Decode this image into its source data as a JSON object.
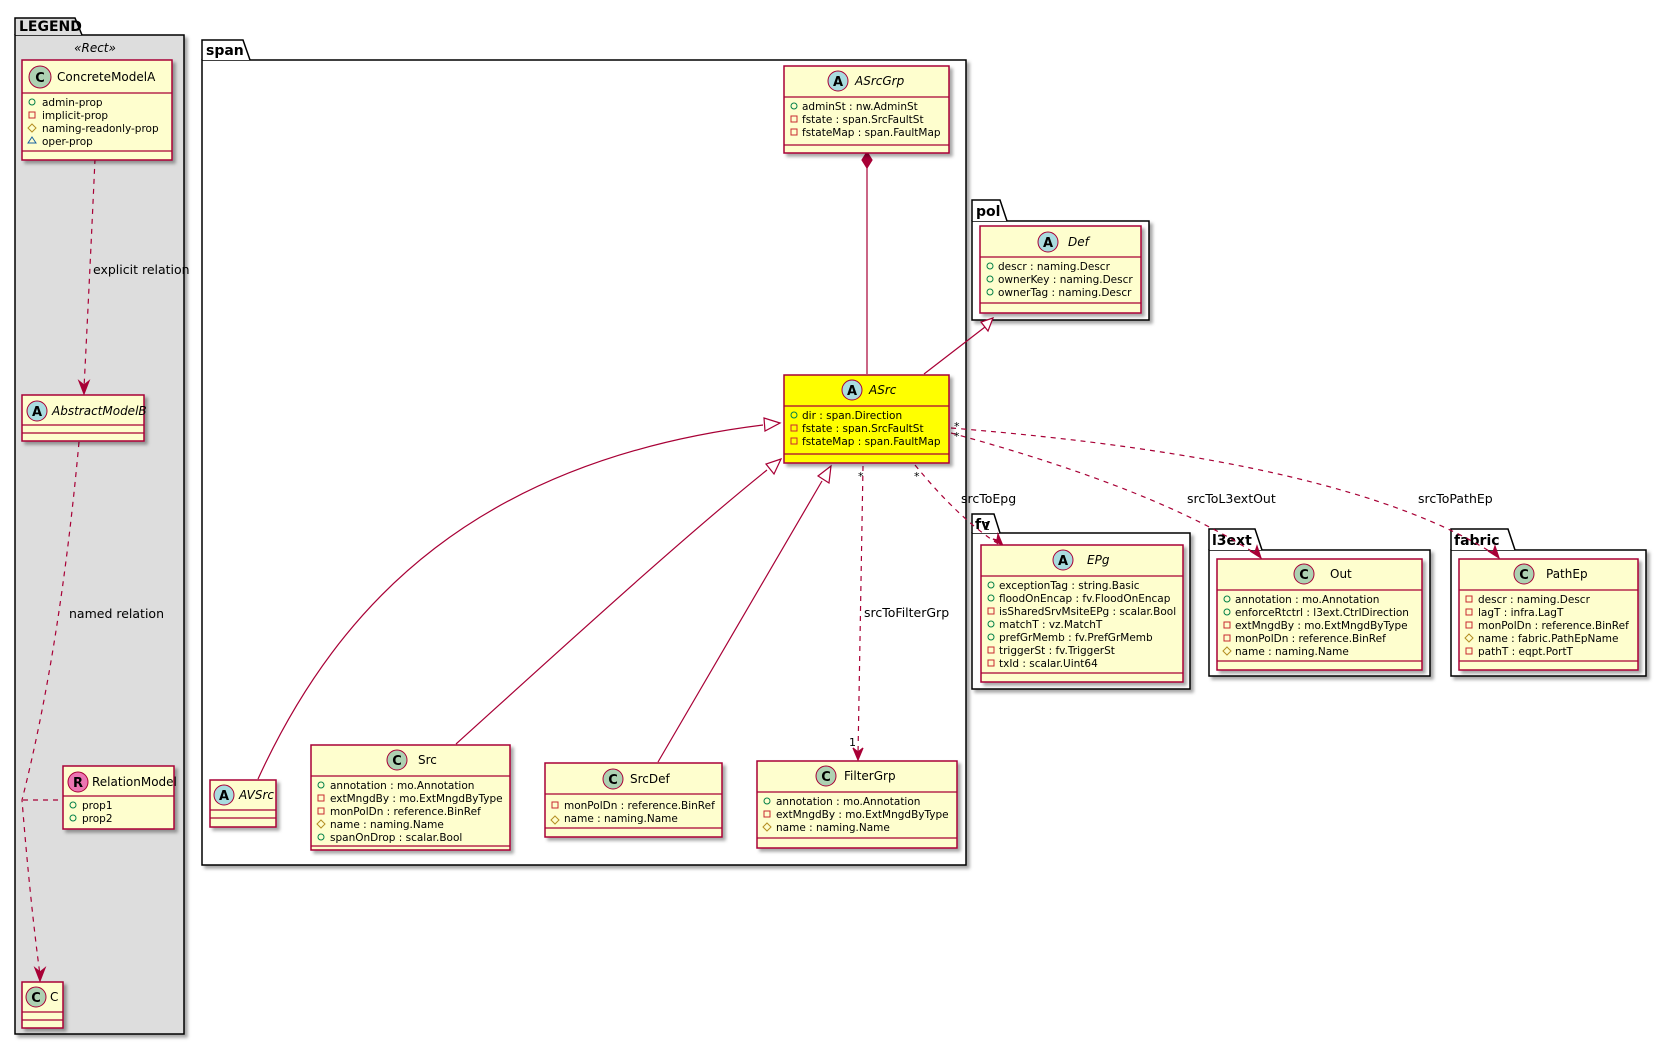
{
  "legend": {
    "title": "LEGEND",
    "stereotype": "«Rect»",
    "explicit_relation": "explicit relation",
    "named_relation": "named relation",
    "concrete_model": {
      "name": "ConcreteModelA",
      "attrs": [
        "admin-prop",
        "implicit-prop",
        "naming-readonly-prop",
        "oper-prop"
      ]
    },
    "abstract_model": {
      "name": "AbstractModelB"
    },
    "relation_model": {
      "name": "RelationModel",
      "attrs": [
        "prop1",
        "prop2"
      ]
    },
    "c_model": {
      "name": "C"
    }
  },
  "packages": {
    "span": "span",
    "pol": "pol",
    "fv": "fv",
    "l3ext": "l3ext",
    "fabric": "fabric"
  },
  "classes": {
    "asrcgrp": {
      "name": "ASrcGrp",
      "attrs": [
        "adminSt : nw.AdminSt",
        "fstate : span.SrcFaultSt",
        "fstateMap : span.FaultMap"
      ]
    },
    "def": {
      "name": "Def",
      "attrs": [
        "descr : naming.Descr",
        "ownerKey : naming.Descr",
        "ownerTag : naming.Descr"
      ]
    },
    "asrc": {
      "name": "ASrc",
      "attrs": [
        "dir : span.Direction",
        "fstate : span.SrcFaultSt",
        "fstateMap : span.FaultMap"
      ]
    },
    "avsrc": {
      "name": "AVSrc"
    },
    "src": {
      "name": "Src",
      "attrs": [
        "annotation : mo.Annotation",
        "extMngdBy : mo.ExtMngdByType",
        "monPolDn : reference.BinRef",
        "name : naming.Name",
        "spanOnDrop : scalar.Bool"
      ]
    },
    "srcdef": {
      "name": "SrcDef",
      "attrs": [
        "monPolDn : reference.BinRef",
        "name : naming.Name"
      ]
    },
    "filtergrp": {
      "name": "FilterGrp",
      "attrs": [
        "annotation : mo.Annotation",
        "extMngdBy : mo.ExtMngdByType",
        "name : naming.Name"
      ]
    },
    "epg": {
      "name": "EPg",
      "attrs": [
        "exceptionTag : string.Basic",
        "floodOnEncap : fv.FloodOnEncap",
        "isSharedSrvMsiteEPg : scalar.Bool",
        "matchT : vz.MatchT",
        "prefGrMemb : fv.PrefGrMemb",
        "triggerSt : fv.TriggerSt",
        "txId : scalar.Uint64"
      ]
    },
    "out": {
      "name": "Out",
      "attrs": [
        "annotation : mo.Annotation",
        "enforceRtctrl : l3ext.CtrlDirection",
        "extMngdBy : mo.ExtMngdByType",
        "monPolDn : reference.BinRef",
        "name : naming.Name"
      ]
    },
    "pathep": {
      "name": "PathEp",
      "attrs": [
        "descr : naming.Descr",
        "lagT : infra.LagT",
        "monPolDn : reference.BinRef",
        "name : fabric.PathEpName",
        "pathT : eqpt.PortT"
      ]
    }
  },
  "relations": {
    "srcToEpg": "srcToEpg",
    "srcToL3extOut": "srcToL3extOut",
    "srcToPathEp": "srcToPathEp",
    "srcToFilterGrp": "srcToFilterGrp"
  },
  "multiplicities": {
    "star": "*",
    "one": "1"
  },
  "colors": {
    "class_fill": "#FEFECE",
    "highlight_fill": "#FFFF00",
    "border": "#A80036",
    "legend_bg": "#DDDDDD",
    "icon_class": "#ADD1B2",
    "icon_abstract": "#A9DCDF",
    "icon_relation": "#EB74B2"
  },
  "icons": {
    "class": "C",
    "abstract": "A",
    "relation": "R"
  }
}
